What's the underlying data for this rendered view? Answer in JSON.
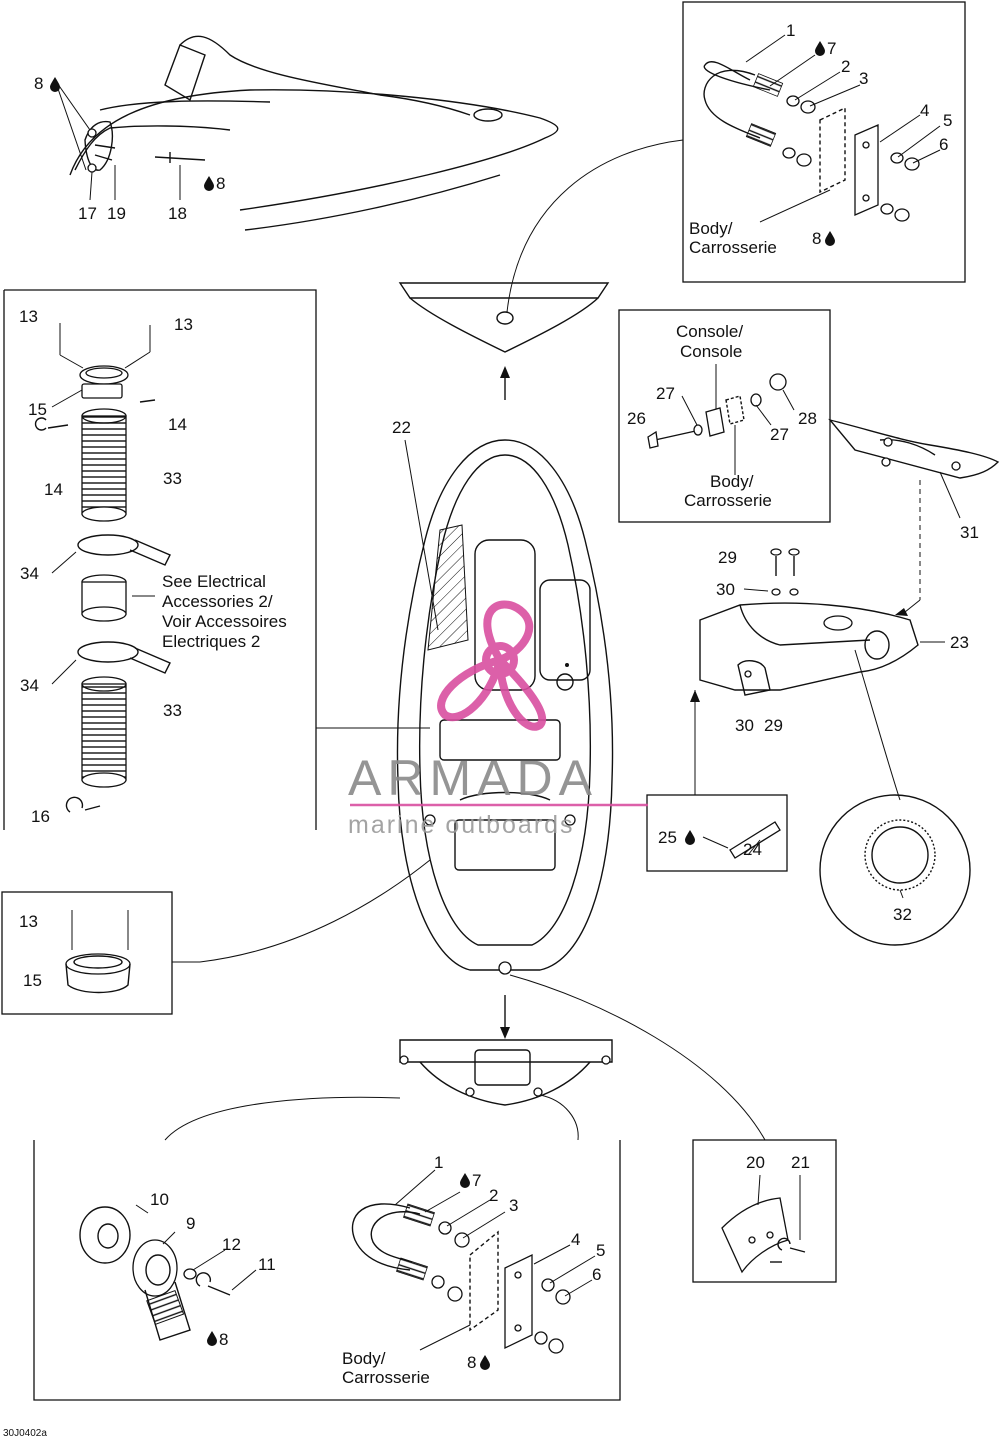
{
  "watermark": {
    "brand": "ARMADA",
    "tagline": "marine outboards",
    "accent_color": "#d94fa0",
    "text_color": "#8a8a8a"
  },
  "callouts": {
    "n1": "1",
    "n2": "2",
    "n3": "3",
    "n4": "4",
    "n5": "5",
    "n6": "6",
    "n7": "7",
    "n8": "8",
    "n9": "9",
    "n10": "10",
    "n11": "11",
    "n12": "12",
    "n13": "13",
    "n14": "14",
    "n15": "15",
    "n16": "16",
    "n17": "17",
    "n18": "18",
    "n19": "19",
    "n20": "20",
    "n21": "21",
    "n22": "22",
    "n23": "23",
    "n24": "24",
    "n25": "25",
    "n26": "26",
    "n27": "27",
    "n28": "28",
    "n29": "29",
    "n30": "30",
    "n31": "31",
    "n32": "32",
    "n33": "33",
    "n34": "34"
  },
  "notes": {
    "body": "Body/",
    "carrosserie": "Carrosserie",
    "console": "Console/",
    "console2": "Console",
    "see_electrical_1": "See Electrical",
    "see_electrical_2": "Accessories 2/",
    "see_electrical_3": "Voir Accessoires",
    "see_electrical_4": "Electriques 2"
  },
  "figure_code": "30J0402a",
  "icons": {
    "adhesive_drop": "drop-icon"
  }
}
